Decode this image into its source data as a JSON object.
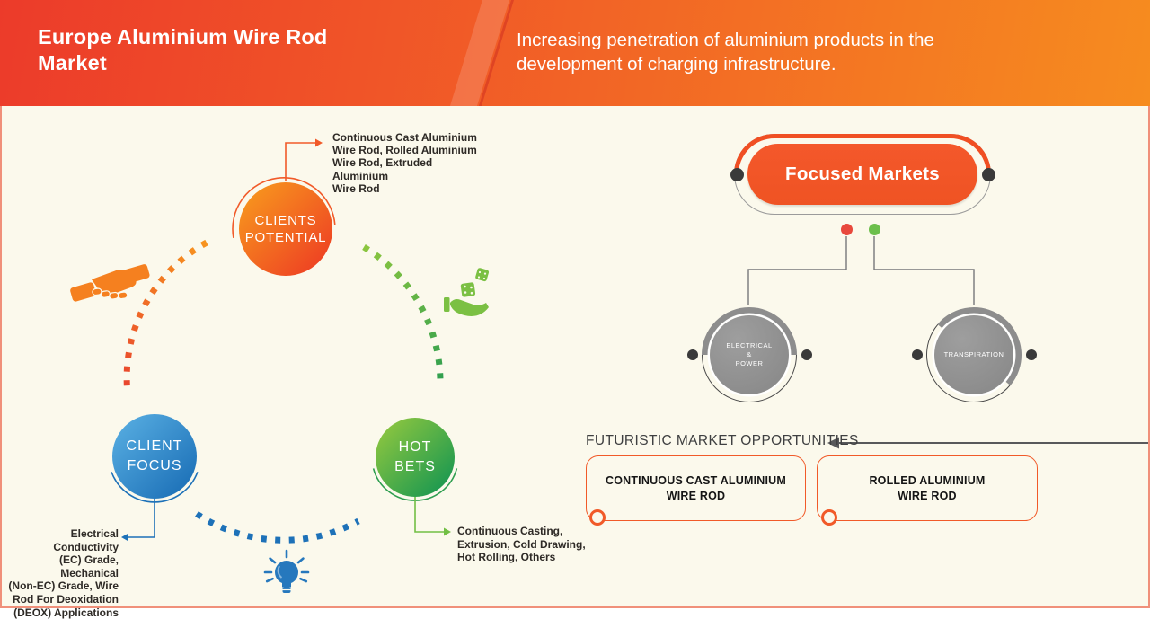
{
  "header": {
    "title": "Europe Aluminium Wire Rod\nMarket",
    "subtitle": "Increasing penetration of aluminium products in the\ndevelopment of charging infrastructure.",
    "background_left": "#ec3b2a",
    "background_right": "#f68c1f",
    "frame_color": "#f0907a"
  },
  "diagram": {
    "nodes": [
      {
        "id": "clients-potential",
        "label": "CLIENTS\nPOTENTIAL",
        "color_from": "#f7941e",
        "color_to": "#ee4123",
        "annotation": "Continuous Cast Aluminium\nWire Rod, Rolled Aluminium\nWire Rod, Extruded Aluminium\nWire Rod"
      },
      {
        "id": "client-focus",
        "label": "CLIENT\nFOCUS",
        "color_from": "#54aadf",
        "color_to": "#1d71b8",
        "annotation": "Electrical Conductivity\n(EC) Grade, Mechanical\n(Non-EC) Grade, Wire\nRod For Deoxidation\n(DEOX) Applications"
      },
      {
        "id": "hot-bets",
        "label": "HOT\nBETS",
        "color_from": "#8bc540",
        "color_to": "#1a9850",
        "annotation": "Continuous Casting,\nExtrusion, Cold Drawing,\nHot Rolling, Others"
      }
    ],
    "icons": [
      {
        "name": "handshake-icon",
        "color": "#ee4a23"
      },
      {
        "name": "dice-in-hand-icon",
        "color": "#2f9e44"
      },
      {
        "name": "lightbulb-icon",
        "color": "#2678bd"
      }
    ],
    "arc_colors": {
      "orange": "#f26522",
      "green": "#39b54a",
      "blue": "#1d71b8"
    }
  },
  "focused_markets": {
    "label": "Focused Markets",
    "pill_color": "#f2552b",
    "dot_colors": {
      "red": "#e8493d",
      "green": "#6cbf4b"
    },
    "markets": [
      {
        "label": "ELECTRICAL\n&\nPOWER"
      },
      {
        "label": "TRANSPIRATION"
      }
    ]
  },
  "opportunities": {
    "heading": "FUTURISTIC MARKET OPPORTUNITIES",
    "accent": "#f15a29",
    "items": [
      {
        "label": "CONTINUOUS CAST ALUMINIUM\nWIRE ROD"
      },
      {
        "label": "ROLLED ALUMINIUM\nWIRE ROD"
      }
    ]
  }
}
